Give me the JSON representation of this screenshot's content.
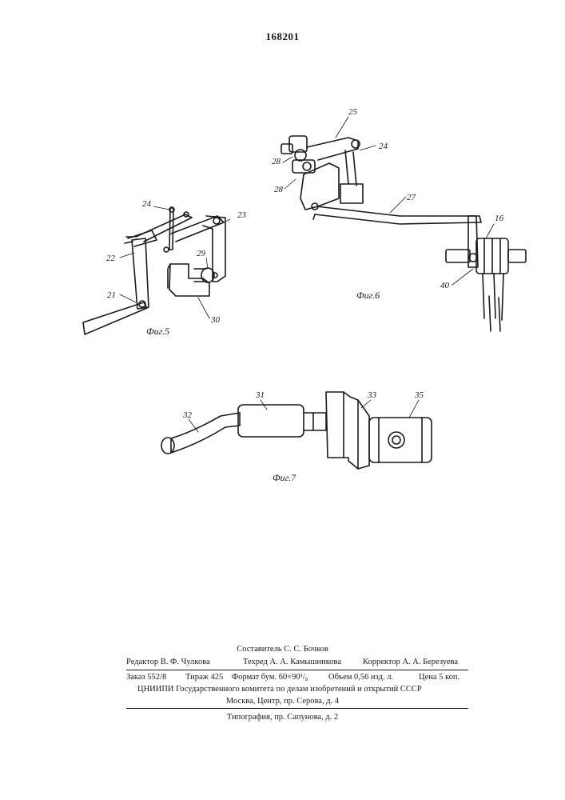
{
  "header": {
    "patent_number": "168201"
  },
  "figures": {
    "fig5": {
      "caption": "Фиг.5",
      "labels": {
        "l24": "24",
        "l23": "23",
        "l22": "22",
        "l29": "29",
        "l21": "21",
        "l30": "30"
      }
    },
    "fig6": {
      "caption": "Фиг.6",
      "labels": {
        "l25": "25",
        "l24": "24",
        "l28a": "28",
        "l28b": "28",
        "l27": "27",
        "l16": "16",
        "l40": "40"
      }
    },
    "fig7": {
      "caption": "Фиг.7",
      "labels": {
        "l31": "31",
        "l33": "33",
        "l35": "35",
        "l32": "32"
      }
    }
  },
  "colophon": {
    "compiler": "Составитель С. С. Бочков",
    "editor": "Редактор В. Ф. Чулкова",
    "techred": "Техред А. А. Камышникова",
    "corrector": "Корректор А. А. Березуева",
    "order": "Заказ 552/8",
    "circulation": "Тираж 425",
    "format": "Формат бум. 60×90¹/₈",
    "volume": "Объем 0,56 изд. л.",
    "price": "Цена 5 коп.",
    "institute": "ЦНИИПИ Государственного комитета по делам изобретений и открытий СССР",
    "address": "Москва, Центр, пр. Серова, д. 4",
    "printer": "Типография, пр. Сапунова, д. 2"
  }
}
